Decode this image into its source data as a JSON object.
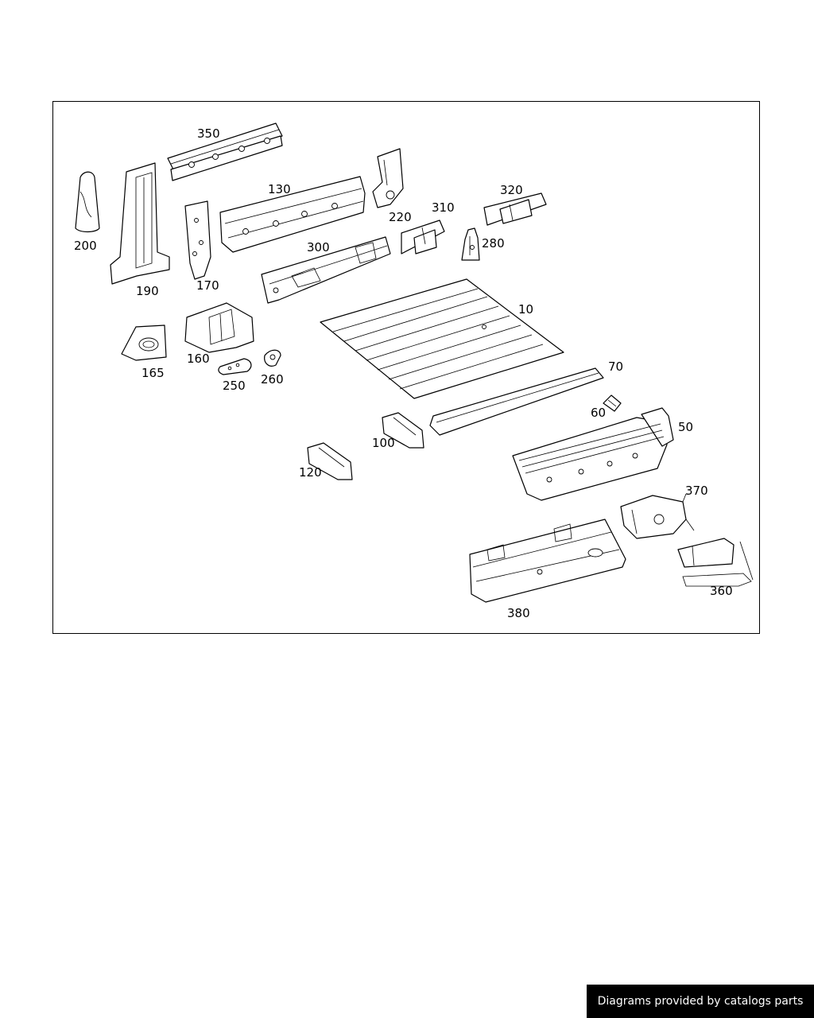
{
  "diagram": {
    "part_numbers": [
      "350",
      "130",
      "220",
      "310",
      "320",
      "200",
      "190",
      "170",
      "300",
      "280",
      "10",
      "160",
      "165",
      "250",
      "260",
      "70",
      "60",
      "50",
      "100",
      "120",
      "370",
      "380",
      "360"
    ]
  },
  "footer": {
    "credit_text": "Diagrams provided by catalogs parts",
    "background_color": "#000000",
    "text_color": "#ffffff"
  }
}
